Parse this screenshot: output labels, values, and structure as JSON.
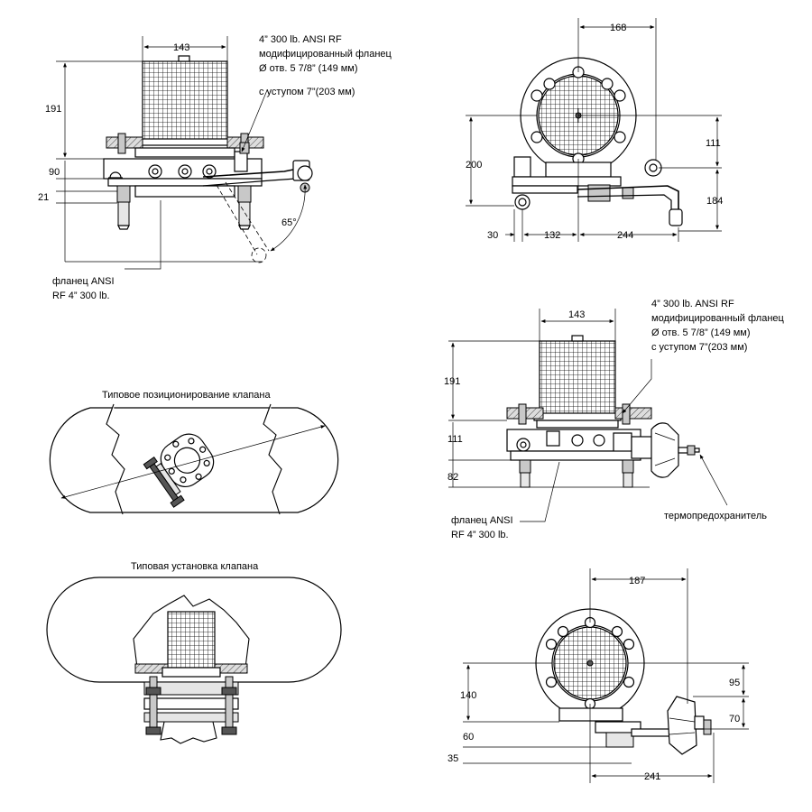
{
  "views": {
    "top_left": {
      "dims": {
        "width": "143",
        "height": "191",
        "level_90": "90",
        "level_21": "21",
        "angle": "65°"
      },
      "flange_note": [
        "4” 300 lb. ANSI RF",
        "модифицированный фланец",
        "Ø отв. 5 7/8” (149 мм)",
        "с уступом 7”(203 мм)"
      ],
      "ansi_note": [
        "фланец ANSI",
        "RF 4” 300 lb."
      ]
    },
    "top_right": {
      "dims": {
        "d168": "168",
        "d111": "111",
        "d200": "200",
        "d184": "184",
        "d30": "30",
        "d132": "132",
        "d244": "244"
      }
    },
    "middle_right": {
      "dims": {
        "width": "143",
        "d191": "191",
        "d111": "111",
        "d82": "82"
      },
      "flange_note": [
        "4” 300 lb. ANSI RF",
        "модифицированный фланец",
        "Ø отв. 5 7/8” (149 мм)",
        "с уступом 7”(203 мм)"
      ],
      "ansi_note": [
        "фланец ANSI",
        "RF 4” 300 lb."
      ],
      "fuse_label": "термопредохранитель"
    },
    "positioning": {
      "title": "Типовое позиционирование клапана"
    },
    "installation": {
      "title": "Типовая установка клапана"
    },
    "bottom_right": {
      "dims": {
        "d187": "187",
        "d95": "95",
        "d140": "140",
        "d70": "70",
        "d60": "60",
        "d35": "35",
        "d241": "241"
      }
    }
  },
  "colors": {
    "line": "#000000",
    "hatch_fill": "#c8c8c8",
    "background": "#ffffff"
  }
}
